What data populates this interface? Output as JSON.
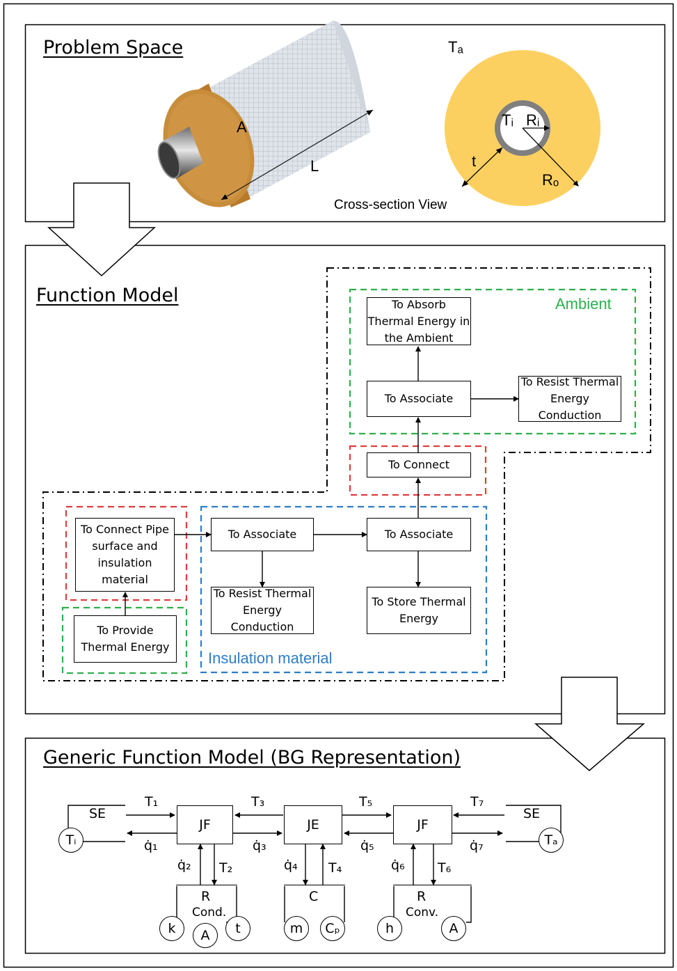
{
  "problem_space": {
    "title": "Problem Space",
    "pipe_labels": {
      "area": "A",
      "length": "L"
    },
    "cross_section": {
      "ambient_temp": "Tₐ",
      "inner_temp": "Tᵢ",
      "inner_radius": "Rᵢ",
      "thickness": "t",
      "outer_radius": "Rₒ",
      "caption": "Cross-section View"
    }
  },
  "function_model": {
    "title": "Function Model",
    "groups": {
      "ambient": "Ambient",
      "insulation": "Insulation material"
    },
    "nodes": {
      "absorb": "To Absorb Thermal Energy in the Ambient",
      "associate_top": "To Associate",
      "resist_top": "To Resist Thermal Energy Conduction",
      "connect_top": "To Connect",
      "connect_pipe": "To Connect Pipe surface and insulation material",
      "associate_left": "To Associate",
      "associate_right": "To Associate",
      "resist_bottom": "To Resist Thermal Energy Conduction",
      "store": "To Store Thermal Energy",
      "provide": "To Provide Thermal Energy"
    }
  },
  "generic_model": {
    "title": "Generic Function Model (BG Representation)",
    "elements": {
      "se_left": "SE",
      "jf_left": "JF",
      "je": "JE",
      "jf_right": "JF",
      "se_right": "SE",
      "r_left": "R",
      "c": "C",
      "r_right": "R"
    },
    "sub_labels": {
      "cond": "Cond.",
      "conv": "Conv."
    },
    "params": {
      "ti": "Tᵢ",
      "ta": "Tₐ",
      "k": "k",
      "a_left": "A",
      "t": "t",
      "m": "m",
      "cp": "Cₚ",
      "h": "h",
      "a_right": "A"
    },
    "efforts": {
      "T1": "T₁",
      "T2": "T₂",
      "T3": "T₃",
      "T4": "T₄",
      "T5": "T₅",
      "T6": "T₆",
      "T7": "T₇"
    },
    "flows": {
      "q1": "q̇₁",
      "q2": "q̇₂",
      "q3": "q̇₃",
      "q4": "q̇₄",
      "q5": "q̇₅",
      "q6": "q̇₆",
      "q7": "q̇₇"
    }
  },
  "colors": {
    "insulation_fill": "#FCD060",
    "pipe_ring": "#7F7F7F",
    "green": "#2DB04B",
    "red": "#E03C3C",
    "blue": "#2E7DC8",
    "foam": "#C88D3A"
  }
}
